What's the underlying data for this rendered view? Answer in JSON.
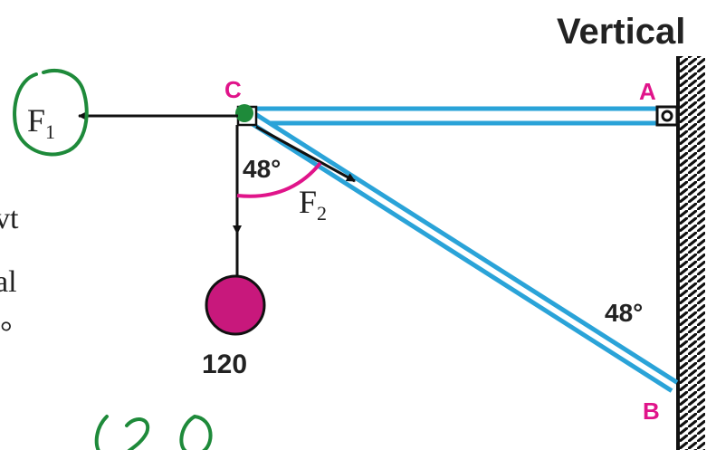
{
  "labels": {
    "vertical": "Vertical",
    "point_a": "A",
    "point_b": "B",
    "point_c": "C",
    "force_1_main": "F",
    "force_1_sub": "1",
    "force_2_main": "F",
    "force_2_sub": "2",
    "angle_at_c": "48°",
    "angle_at_b": "48°",
    "weight": "120",
    "margin_fragment_1": "vt",
    "margin_fragment_2": "al",
    "margin_fragment_3": "°",
    "handwritten_fragment": "(20"
  },
  "colors": {
    "member": "#2aa3d8",
    "point_label": "#e0148a",
    "weight": "#c8187c",
    "angle_arc": "#e0148a",
    "annotation": "#1e8a3a",
    "line": "#111111"
  }
}
